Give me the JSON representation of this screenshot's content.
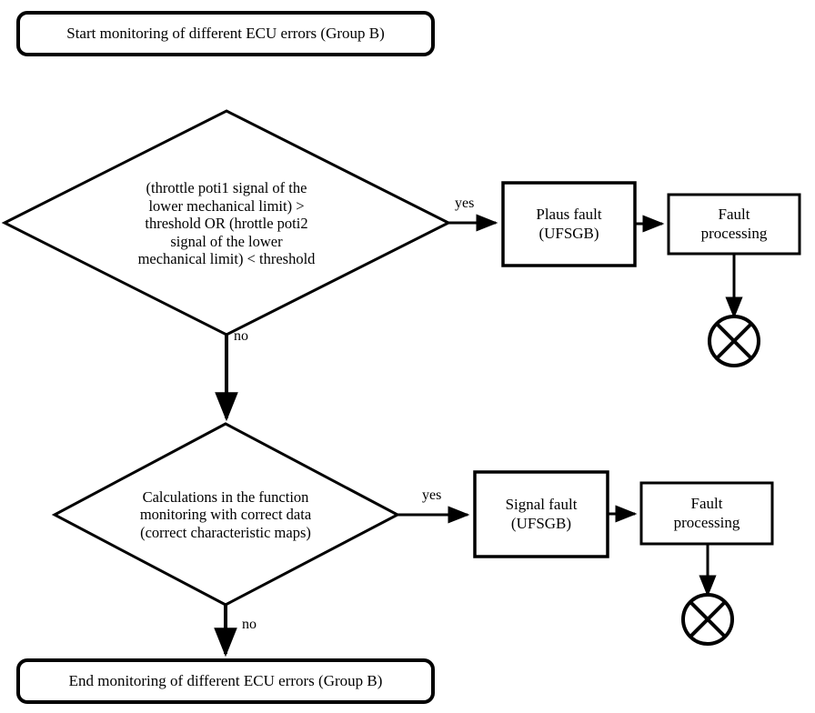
{
  "diagram": {
    "title": "Monitoring of different ECU errors (Group B)",
    "type": "flowchart",
    "colors": {
      "stroke": "#000000",
      "fill": "#ffffff",
      "text": "#000000"
    }
  },
  "nodes": {
    "start": {
      "shape": "rounded-rectangle",
      "label": "Start monitoring of different ECU errors (Group B)"
    },
    "decision1": {
      "shape": "diamond",
      "label": "(throttle poti1 signal of the\nlower mechanical limit) >\nthreshold OR (hrottle poti2\nsignal of the lower\nmechanical limit) < threshold"
    },
    "plaus_fault": {
      "shape": "rectangle",
      "label": "Plaus fault\n(UFSGB)"
    },
    "fault_processing_1": {
      "shape": "rectangle",
      "label": "Fault\nprocessing"
    },
    "terminator_circle_1": {
      "shape": "circle-with-cross",
      "label": ""
    },
    "decision2": {
      "shape": "diamond",
      "label": "Calculations in the function\nmonitoring with correct data\n(correct characteristic maps)"
    },
    "signal_fault": {
      "shape": "rectangle",
      "label": "Signal fault\n(UFSGB)"
    },
    "fault_processing_2": {
      "shape": "rectangle",
      "label": "Fault\nprocessing"
    },
    "terminator_circle_2": {
      "shape": "circle-with-cross",
      "label": ""
    },
    "end": {
      "shape": "rounded-rectangle",
      "label": "End monitoring of different ECU errors (Group B)"
    }
  },
  "edges": {
    "decision1_yes": "yes",
    "decision1_no": "no",
    "decision2_yes": "yes",
    "decision2_no": "no"
  }
}
